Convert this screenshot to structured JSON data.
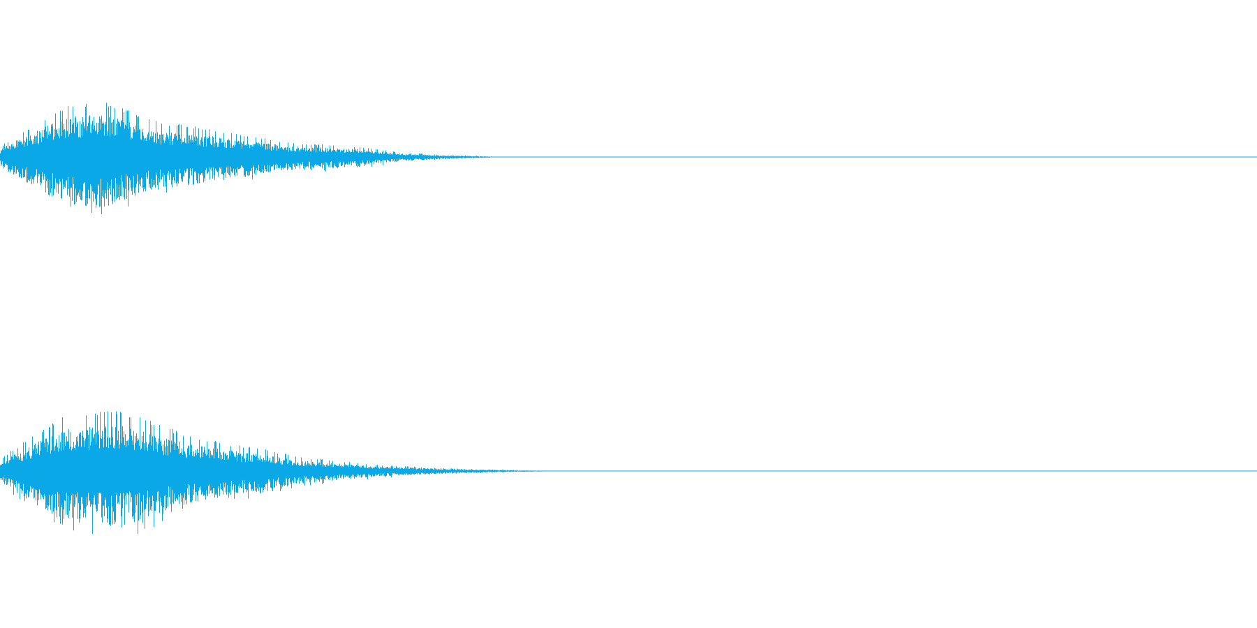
{
  "waveform": {
    "color": "#0aa8e6",
    "channels": [
      {
        "name": "",
        "envelope": [
          {
            "t": 0.0,
            "amp": 0.18
          },
          {
            "t": 0.01,
            "amp": 0.35
          },
          {
            "t": 0.025,
            "amp": 0.55
          },
          {
            "t": 0.045,
            "amp": 0.85
          },
          {
            "t": 0.06,
            "amp": 0.95
          },
          {
            "t": 0.08,
            "amp": 1.0
          },
          {
            "t": 0.1,
            "amp": 0.85
          },
          {
            "t": 0.12,
            "amp": 0.65
          },
          {
            "t": 0.15,
            "amp": 0.55
          },
          {
            "t": 0.18,
            "amp": 0.45
          },
          {
            "t": 0.2,
            "amp": 0.38
          },
          {
            "t": 0.23,
            "amp": 0.25
          },
          {
            "t": 0.26,
            "amp": 0.22
          },
          {
            "t": 0.29,
            "amp": 0.17
          },
          {
            "t": 0.32,
            "amp": 0.08
          },
          {
            "t": 0.35,
            "amp": 0.04
          },
          {
            "t": 0.38,
            "amp": 0.02
          },
          {
            "t": 0.4,
            "amp": 0.0
          },
          {
            "t": 1.0,
            "amp": 0.0
          }
        ]
      },
      {
        "name": "",
        "envelope": [
          {
            "t": 0.0,
            "amp": 0.18
          },
          {
            "t": 0.01,
            "amp": 0.35
          },
          {
            "t": 0.025,
            "amp": 0.55
          },
          {
            "t": 0.045,
            "amp": 0.85
          },
          {
            "t": 0.06,
            "amp": 0.92
          },
          {
            "t": 0.095,
            "amp": 1.0
          },
          {
            "t": 0.12,
            "amp": 0.8
          },
          {
            "t": 0.15,
            "amp": 0.58
          },
          {
            "t": 0.18,
            "amp": 0.45
          },
          {
            "t": 0.21,
            "amp": 0.35
          },
          {
            "t": 0.24,
            "amp": 0.22
          },
          {
            "t": 0.27,
            "amp": 0.16
          },
          {
            "t": 0.3,
            "amp": 0.1
          },
          {
            "t": 0.33,
            "amp": 0.07
          },
          {
            "t": 0.36,
            "amp": 0.04
          },
          {
            "t": 0.4,
            "amp": 0.02
          },
          {
            "t": 0.45,
            "amp": 0.0
          },
          {
            "t": 1.0,
            "amp": 0.0
          }
        ]
      }
    ]
  }
}
